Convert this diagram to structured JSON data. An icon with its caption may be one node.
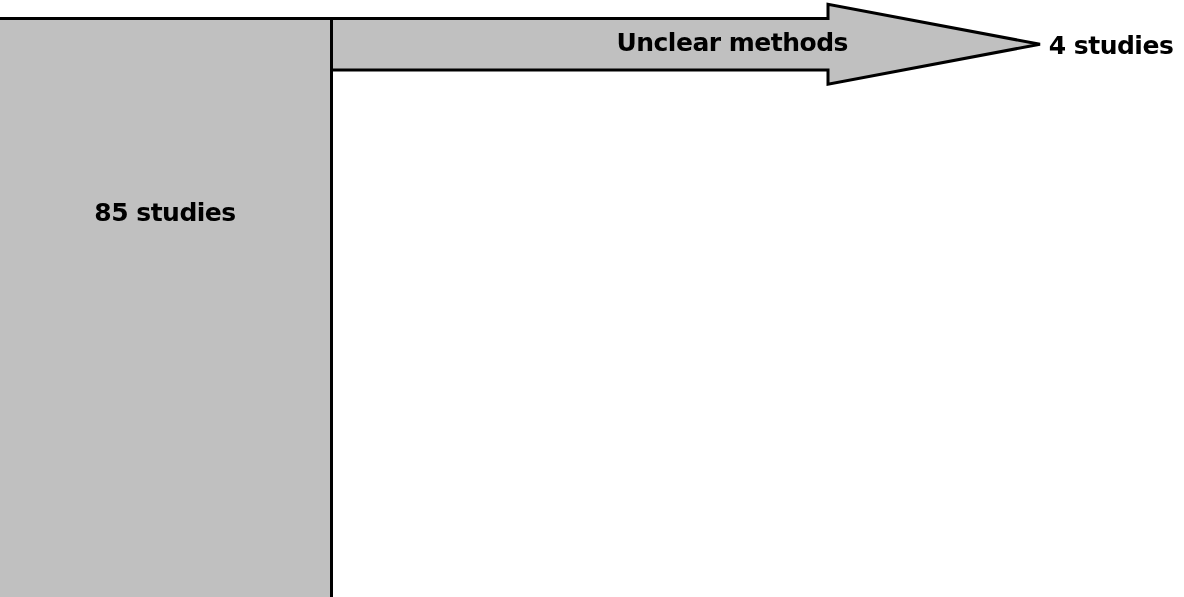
{
  "diagram": {
    "nodes": [
      {
        "text": [
          "85 studies"
        ]
      },
      {
        "text": [
          "4 studies"
        ]
      }
    ],
    "edges": [
      {
        "from": 0,
        "to": 1,
        "arrow": "to",
        "label": "Unclear methods"
      }
    ]
  }
}
